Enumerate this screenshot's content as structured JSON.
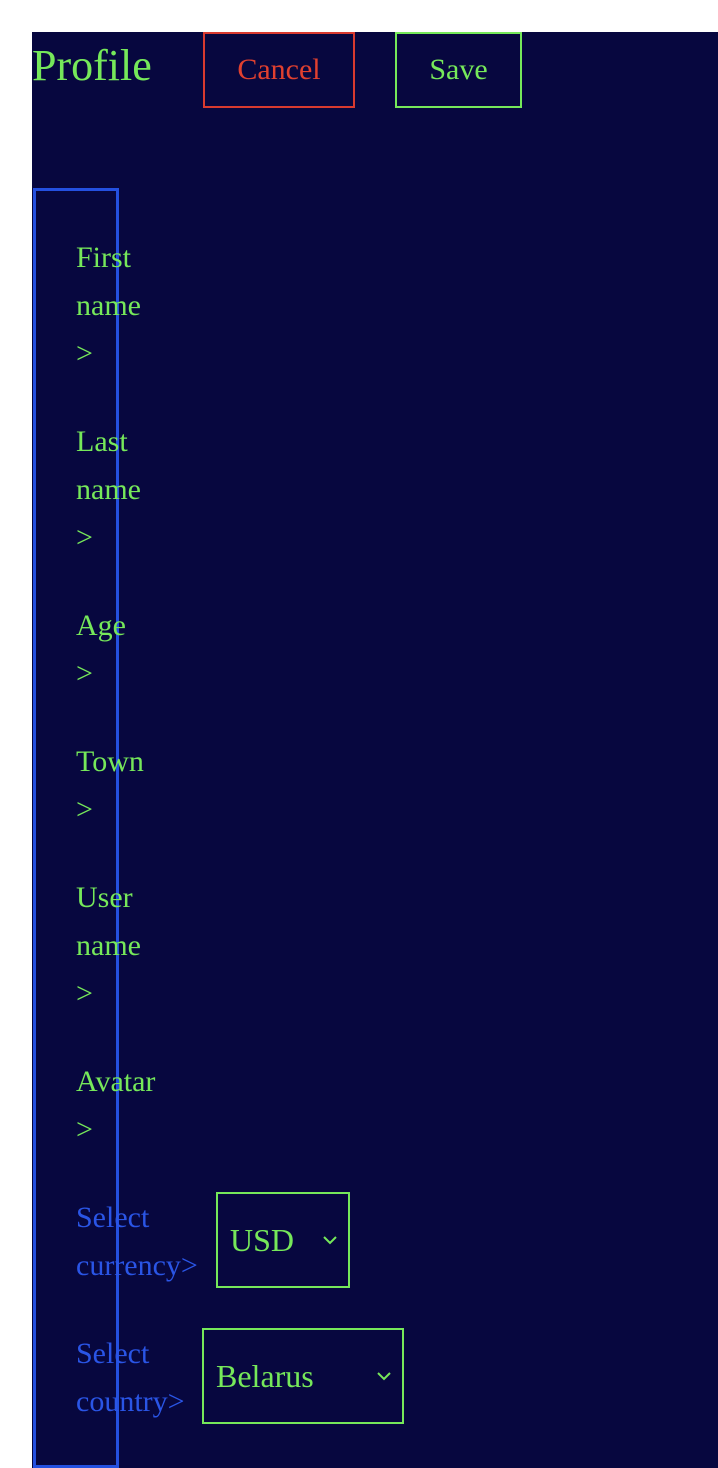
{
  "header": {
    "title": "Profile",
    "cancel_label": "Cancel",
    "save_label": "Save"
  },
  "fields": [
    {
      "label_lines": [
        "First",
        "name",
        ">"
      ]
    },
    {
      "label_lines": [
        "Last",
        "name",
        ">"
      ]
    },
    {
      "label_lines": [
        "Age",
        ">"
      ]
    },
    {
      "label_lines": [
        "Town",
        ">"
      ]
    },
    {
      "label_lines": [
        "User",
        "name",
        ">"
      ]
    },
    {
      "label_lines": [
        "Avatar",
        ">"
      ]
    }
  ],
  "currency": {
    "label_line1": "Select",
    "label_line2": "currency>",
    "selected": "USD"
  },
  "country": {
    "label_line1": "Select",
    "label_line2": "country>",
    "selected": "Belarus"
  },
  "colors": {
    "background": "#07073f",
    "accent_green": "#76e85a",
    "cancel_red": "#e0402f",
    "border_blue": "#2450e0"
  },
  "icons": {
    "select_arrow": "chevron-down-icon"
  }
}
